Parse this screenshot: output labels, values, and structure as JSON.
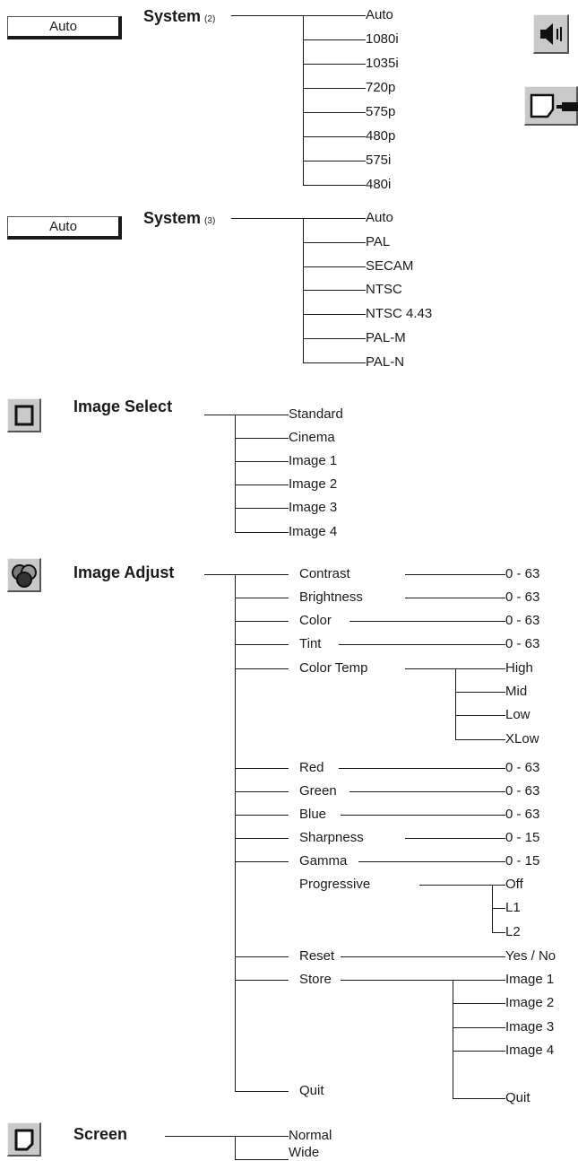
{
  "system2": {
    "button_label": "Auto",
    "title": "System",
    "title_note": "(2)",
    "items": [
      "Auto",
      "1080i",
      "1035i",
      "720p",
      "575p",
      "480p",
      "575i",
      "480i"
    ]
  },
  "system3": {
    "button_label": "Auto",
    "title": "System",
    "title_note": "(3)",
    "items": [
      "Auto",
      "PAL",
      "SECAM",
      "NTSC",
      "NTSC 4.43",
      "PAL-M",
      "PAL-N"
    ]
  },
  "image_select": {
    "title": "Image Select",
    "items": [
      "Standard",
      "Cinema",
      "Image 1",
      "Image 2",
      "Image 3",
      "Image 4"
    ]
  },
  "image_adjust": {
    "title": "Image Adjust",
    "contrast": "Contrast",
    "contrast_range": "0 - 63",
    "brightness": "Brightness",
    "brightness_range": "0 - 63",
    "color": "Color",
    "color_range": "0 - 63",
    "tint": "Tint",
    "tint_range": "0 - 63",
    "color_temp": "Color Temp",
    "color_temp_options": [
      "High",
      "Mid",
      "Low",
      "XLow"
    ],
    "red": "Red",
    "red_range": "0 - 63",
    "green": "Green",
    "green_range": "0 - 63",
    "blue": "Blue",
    "blue_range": "0 - 63",
    "sharpness": "Sharpness",
    "sharpness_range": "0 - 15",
    "gamma": "Gamma",
    "gamma_range": "0 - 15",
    "progressive": "Progressive",
    "progressive_options": [
      "Off",
      "L1",
      "L2"
    ],
    "reset": "Reset",
    "reset_options": "Yes / No",
    "store": "Store",
    "store_options": [
      "Image 1",
      "Image 2",
      "Image 3",
      "Image 4",
      "Quit"
    ],
    "quit": "Quit"
  },
  "screen": {
    "title": "Screen",
    "items": [
      "Normal",
      "Wide"
    ]
  },
  "icons": {
    "image_select": "image-select-icon",
    "image_adjust": "image-adjust-icon",
    "screen": "screen-icon",
    "sound": "speaker-icon",
    "setting": "setting-icon"
  }
}
